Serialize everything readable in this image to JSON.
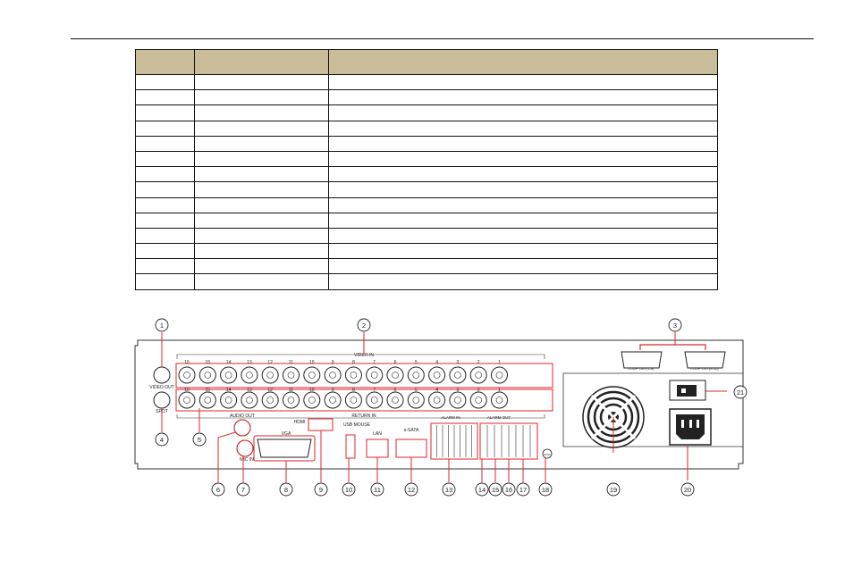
{
  "table": {
    "header": [
      "",
      "",
      ""
    ],
    "row_count": 14
  },
  "panel": {
    "labels": {
      "video_in": "VIDEO IN",
      "return_in": "RETURN IN",
      "video_out": "VIDEO OUT",
      "spot": "SPOT",
      "audio_out": "AUDIO OUT",
      "mic_in": "MIC IN",
      "vga": "VGA",
      "hdmi": "HDMI",
      "usb_mouse": "USB MOUSE",
      "lan": "LAN",
      "esata": "e-SATA",
      "alarm_in": "ALARM IN",
      "alarm_out": "ALARM OUT",
      "loop_out_a": "LOOP OUT(1-8)",
      "loop_out_b": "LOOP OUT(9-16)"
    },
    "bnc_numbers": [
      "16",
      "15",
      "14",
      "13",
      "12",
      "11",
      "10",
      "9",
      "8",
      "7",
      "6",
      "5",
      "4",
      "3",
      "2",
      "1"
    ],
    "callouts": [
      "1",
      "2",
      "3",
      "4",
      "5",
      "6",
      "7",
      "8",
      "9",
      "10",
      "11",
      "12",
      "13",
      "14",
      "15",
      "16",
      "17",
      "18",
      "19",
      "20",
      "21"
    ]
  }
}
